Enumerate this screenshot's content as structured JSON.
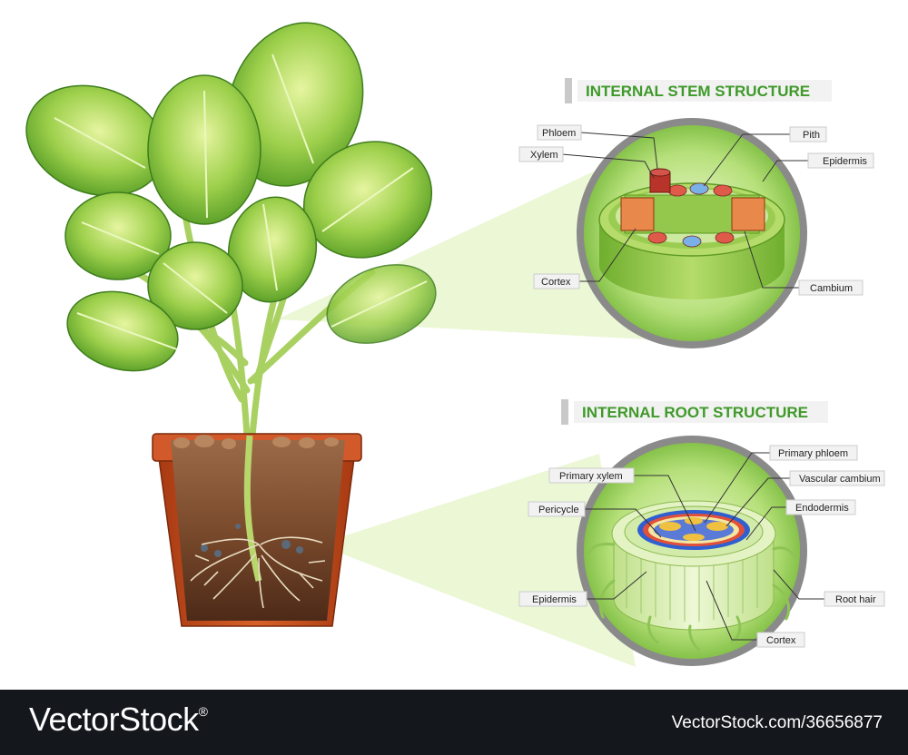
{
  "stem": {
    "title": "INTERNAL STEM STRUCTURE",
    "labels": {
      "phloem": "Phloem",
      "xylem": "Xylem",
      "pith": "Pith",
      "epidermis": "Epidermis",
      "cortex": "Cortex",
      "cambium": "Cambium"
    }
  },
  "root": {
    "title": "INTERNAL ROOT STRUCTURE",
    "labels": {
      "primary_phloem": "Primary phloem",
      "primary_xylem": "Primary xylem",
      "vascular_cambium": "Vascular cambium",
      "pericycle": "Pericycle",
      "endodermis": "Endodermis",
      "epidermis": "Epidermis",
      "root_hair": "Root hair",
      "cortex": "Cortex"
    }
  },
  "footer": {
    "brand": "VectorStock",
    "registered": "®",
    "image_id": "VectorStock.com/36656877"
  },
  "colors": {
    "title_green": "#3f9a2a",
    "footer_bg": "#14171c",
    "leaf_green": "#7cc23a",
    "soil_brown": "#7a4a2c",
    "pot_orange": "#c9521e"
  }
}
